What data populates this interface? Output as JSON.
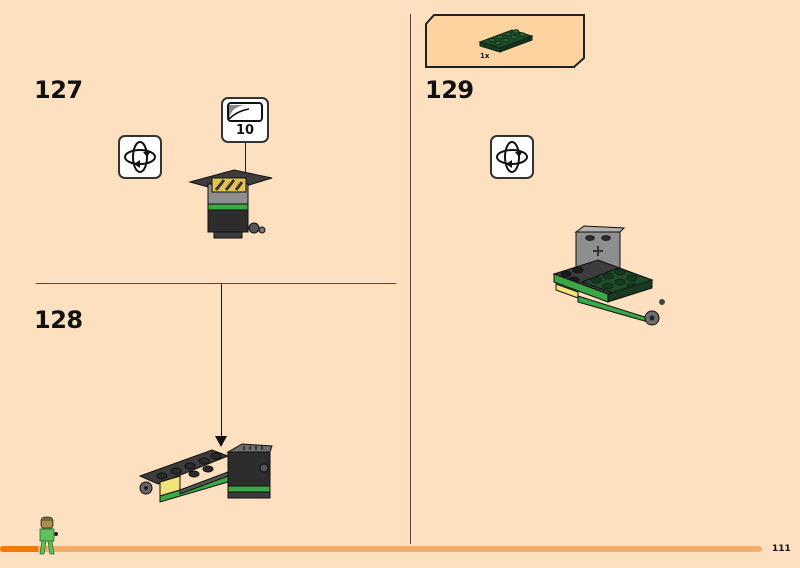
{
  "page": {
    "page_number": "111",
    "progress_percent": 5
  },
  "steps": [
    {
      "number": "127",
      "rotate_icon": "rotate-model-icon",
      "sticker": {
        "number": "10",
        "icon": "sticker-icon"
      }
    },
    {
      "number": "128",
      "arrow": "down-arrow-icon"
    },
    {
      "number": "129",
      "rotate_icon": "rotate-model-icon",
      "parts_needed": [
        {
          "part": "dark green plate 2x4",
          "quantity": "1x"
        }
      ]
    }
  ],
  "colors": {
    "background": "#fde0bf",
    "parts_box": "#fdd3a0",
    "progress_fill": "#ee7a0c",
    "progress_track": "#f5ad6e",
    "brick_dark_green": "#1f4d2a",
    "brick_green": "#3aa845",
    "brick_gray": "#3c3c3c",
    "brick_yellow": "#f2e27a"
  }
}
